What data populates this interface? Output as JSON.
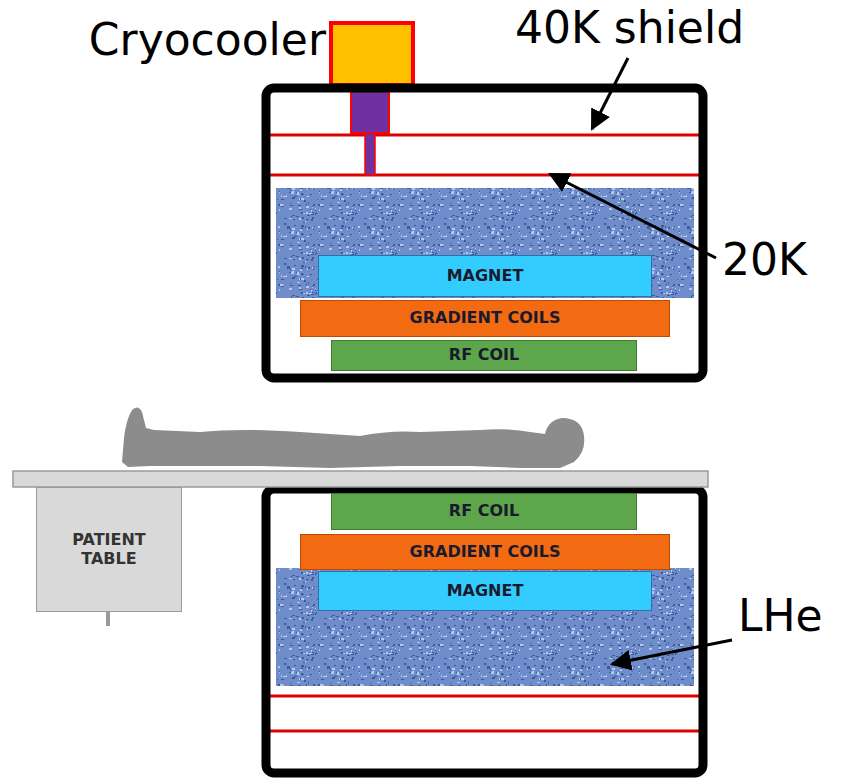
{
  "diagram": {
    "nodes": [
      {
        "text": [
          "MAGNET"
        ]
      },
      {
        "text": [
          "GRADIENT COILS"
        ]
      },
      {
        "text": [
          "RF COIL"
        ]
      },
      {
        "text": [
          "PATIENT TABLE"
        ]
      },
      {
        "text": [
          "RF COIL"
        ]
      },
      {
        "text": [
          "GRADIENT COILS"
        ]
      },
      {
        "text": [
          "MAGNET"
        ]
      }
    ],
    "labels": [
      "Cryocooler",
      "40K shield",
      "20K",
      "LHe"
    ]
  }
}
